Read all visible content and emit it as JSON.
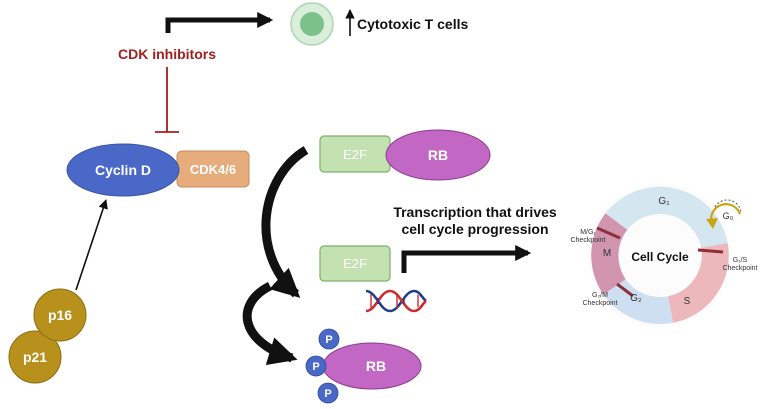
{
  "colors": {
    "cdk_inhibitor_red": "#a31e1e",
    "cyclin_d_blue": "#4a68c7",
    "cdk46_orange": "#e7ac7c",
    "e2f_green": "#c4e1b1",
    "rb_purple": "#c268c4",
    "p16_p21_gold": "#b8901c",
    "phosphate_blue": "#4a68c7",
    "tcell_green": "#7cc08a",
    "g1_arc": "#cfe4ee",
    "s_arc": "#eab0b4",
    "g2_arc": "#c9dcef",
    "m_arc": "#cc8aa7",
    "checkpoint_bar": "#8f2f3b",
    "g0_arrow": "#c9a514"
  },
  "labels": {
    "cdk_inhibitors": "CDK inhibitors",
    "cytotoxic_t_cells": "Cytotoxic T cells",
    "cyclin_d": "Cyclin D",
    "cdk46": "CDK4/6",
    "e2f_complex": "E2F",
    "rb_complex": "RB",
    "e2f_free": "E2F",
    "rb_phospho": "RB",
    "phosphate": "P",
    "p16": "p16",
    "p21": "p21",
    "transcription_line1": "Transcription that drives",
    "transcription_line2": "cell cycle progression"
  },
  "cell_cycle": {
    "title": "Cell Cycle",
    "phase_g1": "G₁",
    "phase_s": "S",
    "phase_g2": "G₂",
    "phase_m": "M",
    "phase_g0": "G₀",
    "checkpoint_g1s_line1": "G₁/S",
    "checkpoint_g1s_line2": "Checkpoint",
    "checkpoint_g2m_line1": "G₂/M",
    "checkpoint_g2m_line2": "Checkpoint",
    "checkpoint_mg1_line1": "M/G₁",
    "checkpoint_mg1_line2": "Checkpoint"
  },
  "icons": {
    "t_cell": "t-cell-icon",
    "up_arrow": "up-arrow-icon",
    "dna": "dna-helix-icon",
    "inhibition": "inhibition-bar-icon"
  }
}
